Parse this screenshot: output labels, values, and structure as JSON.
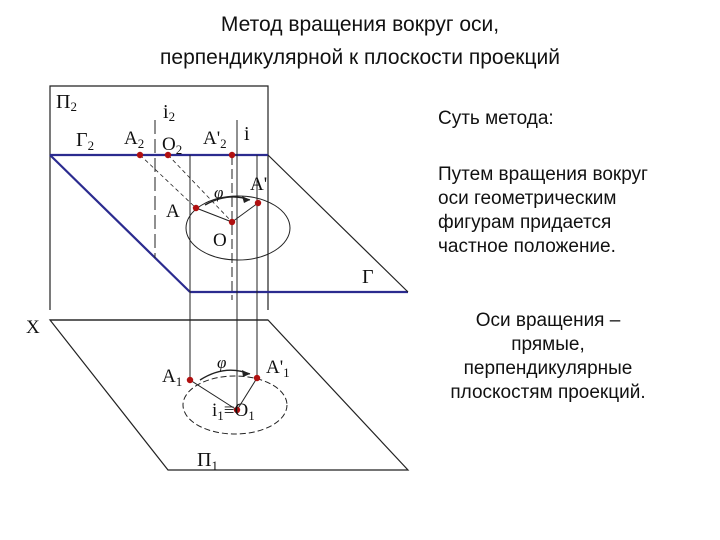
{
  "title": {
    "line1": "Метод вращения вокруг оси,",
    "line2": "перпендикулярной к плоскости  проекций"
  },
  "description": {
    "heading": "Суть метода:",
    "paragraph1": [
      "Путем вращения вокруг",
      "оси геометрическим",
      "фигурам придается",
      "частное положение."
    ],
    "paragraph2": [
      "Оси вращения –",
      "прямые,",
      "перпендикулярные",
      "плоскостям проекций."
    ]
  },
  "diagram": {
    "labels": {
      "pi2": "П",
      "pi2_sub": "2",
      "gamma2": "Г",
      "gamma2_sub": "2",
      "a2": "А",
      "a2_sub": "2",
      "o2": "О",
      "o2_sub": "2",
      "a2prime": "А'",
      "a2prime_sub": "2",
      "i2": "i",
      "i2_sub": "2",
      "i": "i",
      "phi_top": "φ",
      "a_prime": "А'",
      "a": "А",
      "o": "О",
      "gamma": "Г",
      "x": "Х",
      "phi_bottom": "φ",
      "a1": "А",
      "a1_sub": "1",
      "a1prime": "А'",
      "a1prime_sub": "1",
      "i1": "i",
      "i1_sub": "1",
      "equiv": "≡",
      "o1": "О",
      "o1_sub": "1",
      "pi1": "П",
      "pi1_sub": "1"
    },
    "colors": {
      "gamma_line": "#2b2b8f",
      "point": "#b01010",
      "line": "#222222"
    }
  }
}
